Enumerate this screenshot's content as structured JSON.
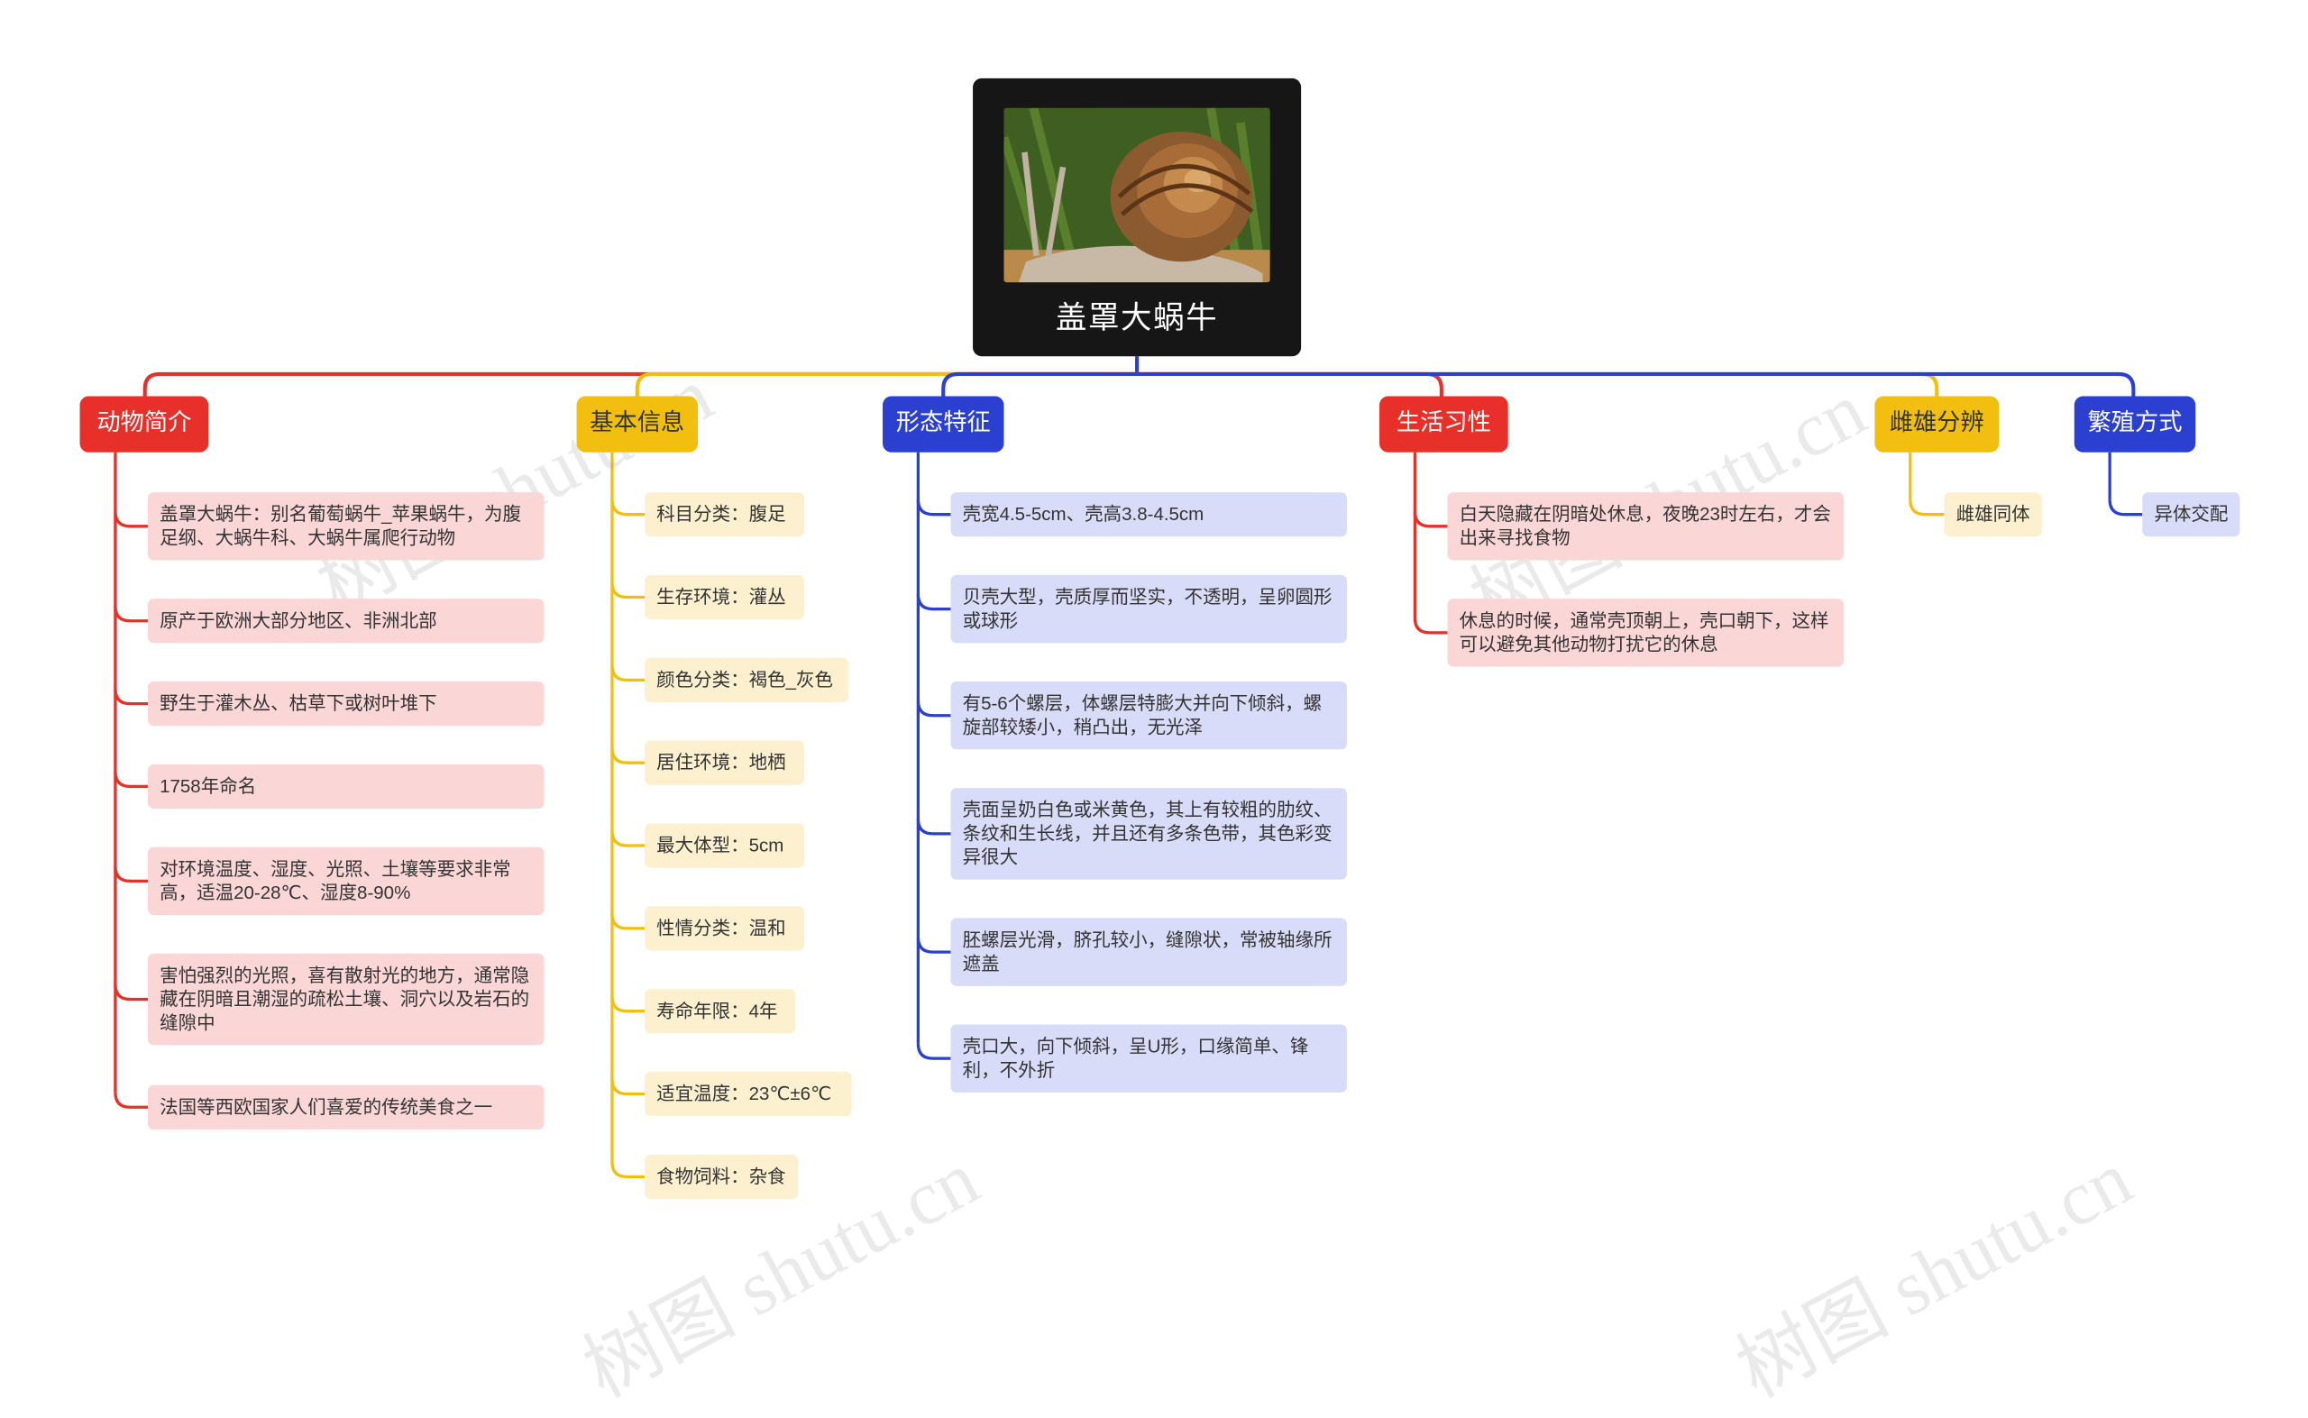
{
  "root": {
    "title": "盖罩大蜗牛",
    "image": "snail-photo"
  },
  "colors": {
    "red": "#e8302a",
    "yellow": "#f2bf10",
    "blue": "#2b3fd1"
  },
  "branches": [
    {
      "label": "动物简介",
      "color": "red",
      "items": [
        "盖罩大蜗牛：别名葡萄蜗牛_苹果蜗牛，为腹足纲、大蜗牛科、大蜗牛属爬行动物",
        "原产于欧洲大部分地区、非洲北部",
        "野生于灌木丛、枯草下或树叶堆下",
        "1758年命名",
        "对环境温度、湿度、光照、土壤等要求非常高，适温20-28℃、湿度8-90%",
        "害怕强烈的光照，喜有散射光的地方，通常隐藏在阴暗且潮湿的疏松土壤、洞穴以及岩石的缝隙中",
        "法国等西欧国家人们喜爱的传统美食之一"
      ]
    },
    {
      "label": "基本信息",
      "color": "yellow",
      "items": [
        "科目分类：腹足",
        "生存环境：灌丛",
        "颜色分类：褐色_灰色",
        "居住环境：地栖",
        "最大体型：5cm",
        "性情分类：温和",
        "寿命年限：4年",
        "适宜温度：23℃±6℃",
        "食物饲料：杂食"
      ]
    },
    {
      "label": "形态特征",
      "color": "blue",
      "items": [
        "壳宽4.5-5cm、壳高3.8-4.5cm",
        "贝壳大型，壳质厚而坚实，不透明，呈卵圆形或球形",
        "有5-6个螺层，体螺层特膨大并向下倾斜，螺旋部较矮小，稍凸出，无光泽",
        "壳面呈奶白色或米黄色，其上有较粗的肋纹、条纹和生长线，并且还有多条色带，其色彩变异很大",
        "胚螺层光滑，脐孔较小，缝隙状，常被轴缘所遮盖",
        "壳口大，向下倾斜，呈U形，口缘简单、锋利，不外折"
      ]
    },
    {
      "label": "生活习性",
      "color": "red",
      "items": [
        "白天隐藏在阴暗处休息，夜晚23时左右，才会出来寻找食物",
        "休息的时候，通常壳顶朝上，壳口朝下，这样可以避免其他动物打扰它的休息"
      ]
    },
    {
      "label": "雌雄分辨",
      "color": "yellow",
      "items": [
        "雌雄同体"
      ]
    },
    {
      "label": "繁殖方式",
      "color": "blue",
      "items": [
        "异体交配"
      ]
    }
  ],
  "watermark": "树图 shutu.cn"
}
